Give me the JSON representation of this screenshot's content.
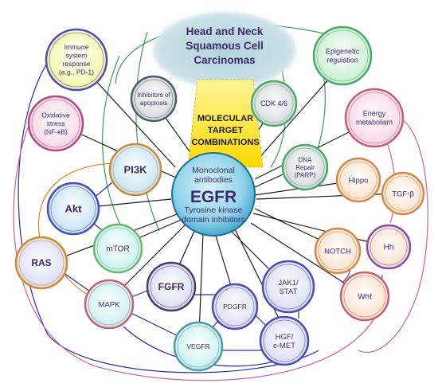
{
  "title": {
    "lines": [
      "Head and Neck",
      "Squamous Cell",
      "Carcinomas"
    ]
  },
  "banner": {
    "lines": [
      "MOLECULAR",
      "TARGET",
      "COMBINATIONS"
    ]
  },
  "center": {
    "top_lines": [
      "Monoclonal",
      "antibodies"
    ],
    "main": "EGFR",
    "bottom_lines": [
      "Tyrosine kinase",
      "domain inhibitors"
    ]
  },
  "nodes": {
    "immune": [
      "Immune",
      "system",
      "response",
      "(e.g., PD-1)"
    ],
    "epigenetic": [
      "Epigenetic",
      "regulation"
    ],
    "apoptosis": [
      "Inhibitors of",
      "apoptosis"
    ],
    "cdk": [
      "CDK 4/6"
    ],
    "oxidative": [
      "Oxidative",
      "stress",
      "(NF-κB)"
    ],
    "energy": [
      "Energy",
      "metabolism"
    ],
    "dna": [
      "DNA",
      "Repair",
      "(PARP)"
    ],
    "pi3k": [
      "PI3K"
    ],
    "hippo": [
      "Hippo"
    ],
    "tgfb": [
      "TGF-β"
    ],
    "akt": [
      "Akt"
    ],
    "ras": [
      "RAS"
    ],
    "mtor": [
      "mTOR"
    ],
    "notch": [
      "NOTCH"
    ],
    "hh": [
      "Hh"
    ],
    "fgfr": [
      "FGFR"
    ],
    "jak": [
      "JAK1/",
      "STAT"
    ],
    "mapk": [
      "MAPK"
    ],
    "pdgfr": [
      "PDGFR"
    ],
    "wnt": [
      "Wnt"
    ],
    "hgf": [
      "HGF/",
      "c-MET"
    ],
    "vegfr": [
      "VEGFR"
    ]
  },
  "colors": {
    "edge_black": "#1a1a1a",
    "edge_blue": "#2a2aa8",
    "edge_green": "#3a9a5a",
    "edge_pink": "#c8649a",
    "edge_orange": "#d08a2a",
    "edge_purple": "#7a4aa8",
    "label": "#3b2a6b",
    "banner_fill": "#ffe21a"
  }
}
